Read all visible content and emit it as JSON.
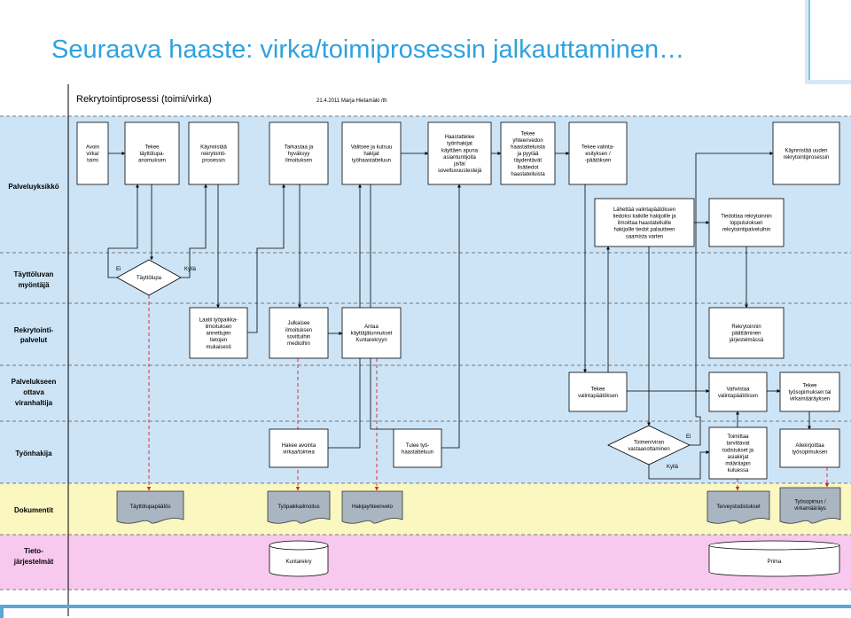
{
  "slide": {
    "title": "Seuraava haaste: virka/toimiprosessin jalkauttaminen…"
  },
  "diagram": {
    "heading": "Rekrytointiprosessi (toimi/virka)",
    "meta": "21.4.2011 Marja Hietamäki /th",
    "lanes": [
      {
        "id": "palveluyksikko",
        "label": [
          "Palveluyksikkö"
        ],
        "color": "#cce4f6"
      },
      {
        "id": "tayttoluvan",
        "label": [
          "Täyttöluvan",
          "myöntäjä"
        ],
        "color": "#cce4f6"
      },
      {
        "id": "rekrytointipalvelut",
        "label": [
          "Rekrytointi-",
          "palvelut"
        ],
        "color": "#cce4f6"
      },
      {
        "id": "palvelukseen",
        "label": [
          "Palvelukseen",
          "ottava",
          "viranhaltija"
        ],
        "color": "#cce4f6"
      },
      {
        "id": "tyonhakija",
        "label": [
          "Työnhakija"
        ],
        "color": "#cce4f6"
      },
      {
        "id": "dokumentit",
        "label": [
          "Dokumentit"
        ],
        "color": "#fbf7c1"
      },
      {
        "id": "tietojarjestelmat",
        "label": [
          "Tieto-",
          "järjestelmät"
        ],
        "color": "#f8c9ee"
      }
    ],
    "boxes": [
      {
        "id": "b1",
        "lines": [
          "Avoin",
          "virka/",
          "toimi"
        ]
      },
      {
        "id": "b2",
        "lines": [
          "Tekee",
          "täyttölupa-",
          "anomuksen"
        ]
      },
      {
        "id": "b3",
        "lines": [
          "Käynnistää",
          "rekrytointi-",
          "prosessin"
        ]
      },
      {
        "id": "b4",
        "lines": [
          "Tarkastaa ja",
          "hyväksyy",
          "ilmoituksen"
        ]
      },
      {
        "id": "b5",
        "lines": [
          "Valitsee ja kutsuu",
          "hakijat",
          "työhaastatteluun"
        ]
      },
      {
        "id": "b6",
        "lines": [
          "Haastattelee",
          "työnhakijat",
          "käyttäen apuna",
          "asiantuntijoita",
          "ja/tai",
          "soveltuvuustestejä"
        ]
      },
      {
        "id": "b7",
        "lines": [
          "Tekee",
          "yhteenvedon",
          "haastatteluista",
          "ja pyytää",
          "täydentävät",
          "lisätiedot",
          "haastatelluista"
        ]
      },
      {
        "id": "b8",
        "lines": [
          "Tekee valinta-",
          "esityksen /",
          "-päätöksen"
        ]
      },
      {
        "id": "b9",
        "lines": [
          "Käynnistää uuden",
          "rekrytointiprosessin"
        ]
      },
      {
        "id": "b10",
        "lines": [
          "Lähettää valintapäätöksen",
          "tiedoksi kaikille hakijoille ja",
          "ilmoittaa haastatelluille",
          "hakijoille tiedot palautteen",
          "saamista varten"
        ]
      },
      {
        "id": "b11",
        "lines": [
          "Tiedottaa rekrytoinnin",
          "lopputuloksen",
          "rekrytointipalveluihin"
        ]
      },
      {
        "id": "b12",
        "lines": [
          "Laatii työpaikka-",
          "ilmoituksen",
          "annettujen",
          "tietojen",
          "mukaisesti"
        ]
      },
      {
        "id": "b13",
        "lines": [
          "Julkaisee",
          "ilmoituksen",
          "sovittuihin",
          "medioihin"
        ]
      },
      {
        "id": "b14",
        "lines": [
          "Antaa",
          "käyttäjätunnukset",
          "Kuntarekryyn"
        ]
      },
      {
        "id": "b15",
        "lines": [
          "Rekrytoinnin",
          "päättäminen",
          "järjestelmässä"
        ]
      },
      {
        "id": "b16",
        "lines": [
          "Tekee",
          "valintapäätöksen"
        ]
      },
      {
        "id": "b17",
        "lines": [
          "Vahvistaa",
          "valintapäätöksen"
        ]
      },
      {
        "id": "b18",
        "lines": [
          "Tekee",
          "työsopimuksen tai",
          "virkamääräyksen"
        ]
      },
      {
        "id": "b19",
        "lines": [
          "Hakee avointa",
          "virkaa/toimea"
        ]
      },
      {
        "id": "b20",
        "lines": [
          "Tulee työ-",
          "haastatteluun"
        ]
      },
      {
        "id": "b21",
        "lines": [
          "Toimittaa",
          "tarvittavat",
          "todistukset ja",
          "asiakirjat",
          "määräajan",
          "kuluessa"
        ]
      },
      {
        "id": "b22",
        "lines": [
          "Allekirjoittaa",
          "työsopimuksen"
        ]
      }
    ],
    "decisions": [
      {
        "id": "d1",
        "label": "Täyttölupa",
        "yes": "Kyllä",
        "no": "Ei"
      },
      {
        "id": "d2",
        "lines": [
          "Toimen/viran",
          "vastaanottaminen"
        ],
        "yes": "Kyllä",
        "no": "Ei"
      }
    ],
    "documents": [
      {
        "id": "doc1",
        "label": "Täyttölupapäätös"
      },
      {
        "id": "doc2",
        "label": "Työpaikkailmoitus"
      },
      {
        "id": "doc3",
        "label": "Hakijayhteenveto"
      },
      {
        "id": "doc4",
        "label": "Terveystodistukset"
      },
      {
        "id": "doc5",
        "lines": [
          "Työsopimus /",
          "virkamääräys"
        ]
      }
    ],
    "systems": [
      {
        "id": "sys1",
        "label": "Kuntarekry"
      },
      {
        "id": "sys2",
        "label": "Prima"
      }
    ],
    "colors": {
      "title": "#2ea2e0",
      "lane_blue": "#cce4f6",
      "lane_yellow": "#fbf7c1",
      "lane_pink": "#f8c9ee",
      "document_fill": "#a9b5c0",
      "dashed_arrow": "#d8232a",
      "accent_bar": "#5ba7d8"
    }
  }
}
